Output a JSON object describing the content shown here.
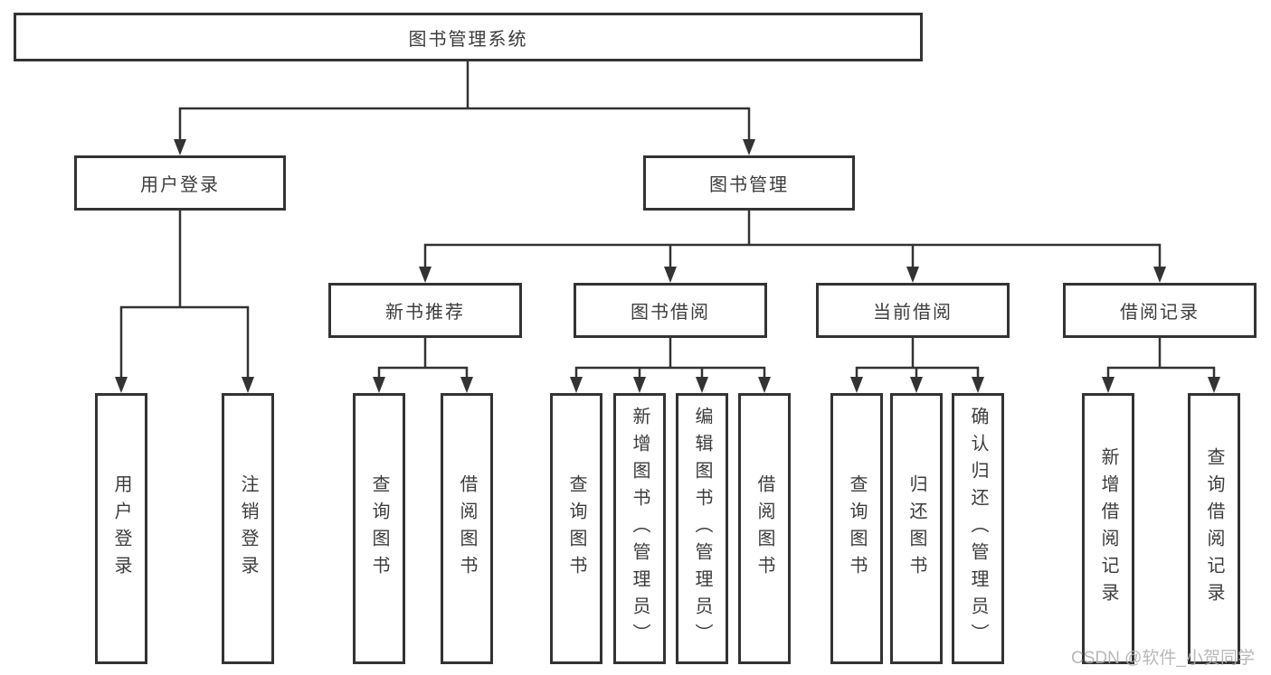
{
  "tree": {
    "root": "图书管理系统",
    "branches": [
      {
        "label": "用户登录",
        "children": [
          "用户登录",
          "注销登录"
        ]
      },
      {
        "label": "图书管理",
        "sections": [
          {
            "label": "新书推荐",
            "children": [
              "查询图书",
              "借阅图书"
            ]
          },
          {
            "label": "图书借阅",
            "children": [
              "查询图书",
              "新增图书（管理员）",
              "编辑图书（管理员）",
              "借阅图书"
            ]
          },
          {
            "label": "当前借阅",
            "children": [
              "查询图书",
              "归还图书",
              "确认归还（管理员）"
            ]
          },
          {
            "label": "借阅记录",
            "children": [
              "新增借阅记录",
              "查询借阅记录"
            ]
          }
        ]
      }
    ]
  },
  "watermark": "CSDN @软件_小贺同学",
  "colors": {
    "line": "#333333",
    "box_border": "#333333",
    "text": "#3c3c3c",
    "watermark": "#b0b0b0",
    "background": "#ffffff"
  }
}
